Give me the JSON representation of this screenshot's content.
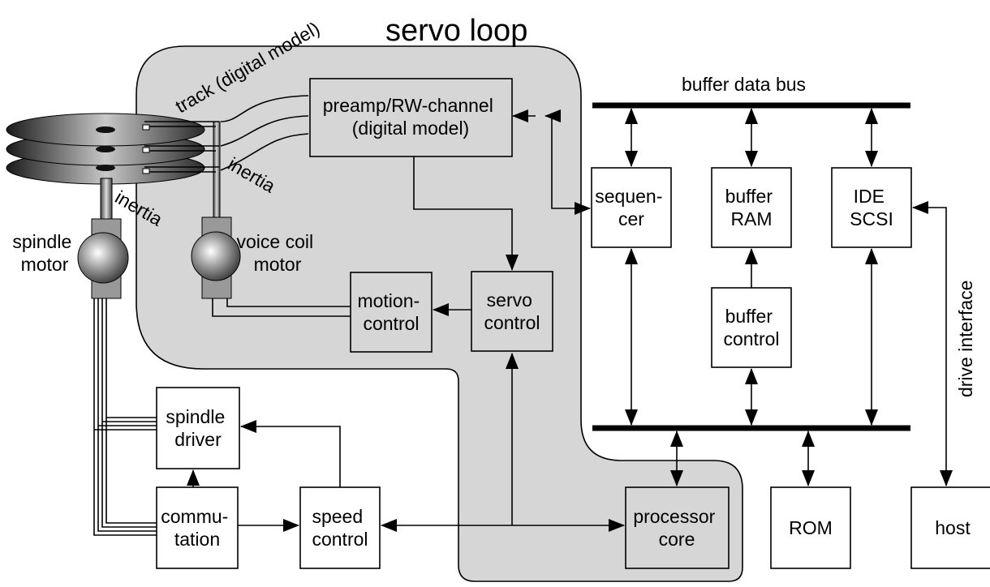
{
  "title": "servo loop",
  "labels": {
    "track": "track (digital model)",
    "inertia_head": "inertia",
    "inertia_spindle": "inertia",
    "spindle_motor": [
      "spindle",
      "motor"
    ],
    "voice_coil_motor": [
      "voice coil",
      "motor"
    ],
    "buffer_data_bus": "buffer data bus",
    "drive_interface": "drive interface"
  },
  "blocks": {
    "preamp": [
      "preamp/RW-channel",
      "(digital model)"
    ],
    "servo_control": [
      "servo",
      "control"
    ],
    "motion_control": [
      "motion-",
      "control"
    ],
    "sequencer": [
      "sequen-",
      "cer"
    ],
    "buffer_ram": [
      "buffer",
      "RAM"
    ],
    "ide_scsi": [
      "IDE",
      "SCSI"
    ],
    "buffer_control": [
      "buffer",
      "control"
    ],
    "spindle_driver": [
      "spindle",
      "driver"
    ],
    "commutation": [
      "commu-",
      "tation"
    ],
    "speed_control": [
      "speed",
      "control"
    ],
    "processor_core": [
      "processor",
      "core"
    ],
    "rom": [
      "ROM"
    ],
    "host": [
      "host"
    ]
  },
  "colors": {
    "servo_region": "#d6d6d6",
    "line": "#000000"
  }
}
